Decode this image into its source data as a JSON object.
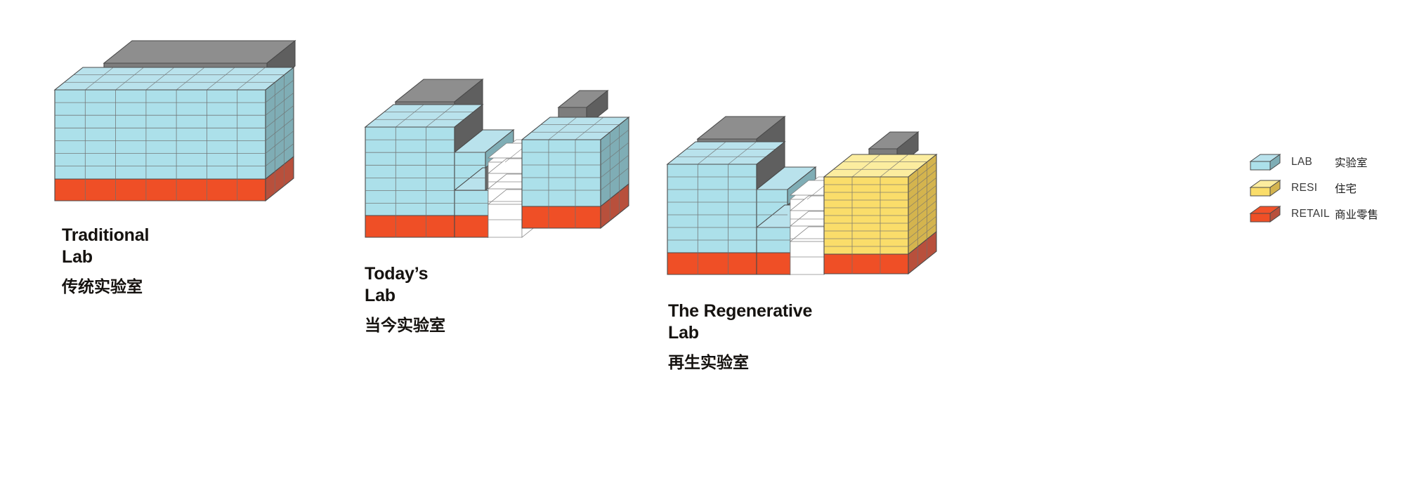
{
  "diagram": {
    "title_en": "Lab building typology comparison",
    "background": "#ffffff"
  },
  "colors": {
    "lab_top": "#b9e2ec",
    "lab_front": "#ace0ea",
    "lab_side": "#7fadb5",
    "resi_top": "#fced9f",
    "resi_front": "#fadd6a",
    "resi_side": "#d4b44e",
    "retail_top": "#f2522a",
    "retail_front": "#ef4f26",
    "retail_side": "#b8503c",
    "core_top": "#8e8e8e",
    "core_front": "#7d7d7d",
    "core_side": "#5f5f5f",
    "void_fill": "#ffffff",
    "outline": "#4a4a4a",
    "gridline": "#6f6f6f",
    "text": "#15120f",
    "legend_code_text": "#3a3a3a"
  },
  "models": [
    {
      "id": "traditional-lab",
      "caption_en": "Traditional\nLab",
      "caption_zh": "传统实验室",
      "program": [
        "LAB",
        "RETAIL"
      ],
      "bays_wide": 7,
      "floors": 8,
      "retail_floors": 1,
      "has_roof_core": true,
      "has_atrium_void": false,
      "has_residential": false
    },
    {
      "id": "todays-lab",
      "caption_en": "Today’s\nLab",
      "caption_zh": "当今实验室",
      "program": [
        "LAB",
        "RETAIL"
      ],
      "bays_wide": 7,
      "floors": 8,
      "retail_floors": 1,
      "has_roof_core": true,
      "has_atrium_void": true,
      "has_residential": false
    },
    {
      "id": "the-regenerative-lab",
      "caption_en": "The Regenerative\nLab",
      "caption_zh": "再生实验室",
      "program": [
        "LAB",
        "RESI",
        "RETAIL"
      ],
      "bays_wide": 8,
      "floors": 10,
      "retail_floors": 1,
      "has_roof_core": true,
      "has_atrium_void": true,
      "has_residential": true
    }
  ],
  "legend": {
    "items": [
      {
        "code": "LAB",
        "zh": "实验室",
        "swatch": "lab"
      },
      {
        "code": "RESI",
        "zh": "住宅",
        "swatch": "resi"
      },
      {
        "code": "RETAIL",
        "zh": "商业零售",
        "swatch": "retail"
      }
    ]
  }
}
